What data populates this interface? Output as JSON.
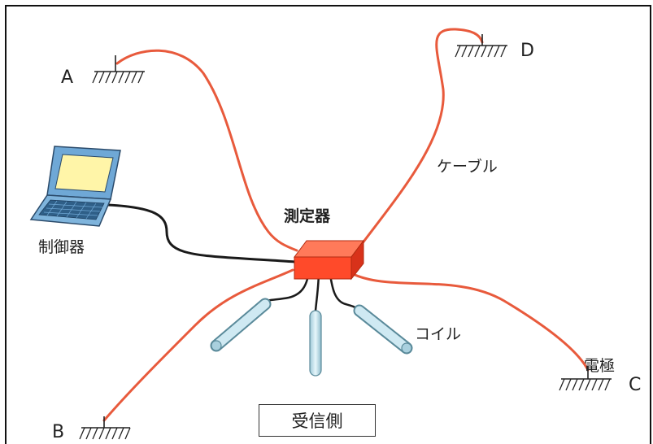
{
  "points": {
    "a": "A",
    "b": "B",
    "c": "C",
    "d": "D"
  },
  "labels": {
    "meter": "測定器",
    "controller": "制御器",
    "cable": "ケーブル",
    "coil": "コイル",
    "electrode": "電極",
    "receiver": "受信側"
  },
  "colors": {
    "cable": "#e85a3c",
    "control_wire": "#1a1a1a",
    "meter_box": "#ff4a2a",
    "coil_body": "#c8e6f0",
    "laptop_screen": "#fff5a8",
    "laptop_body": "#6fa8d6"
  }
}
